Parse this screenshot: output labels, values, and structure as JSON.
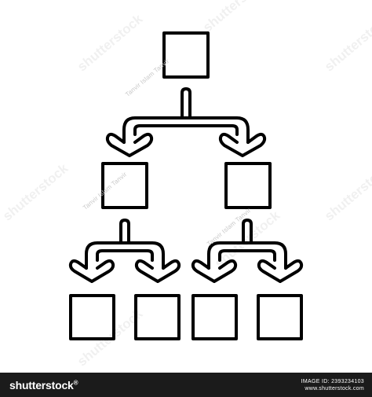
{
  "watermarks": {
    "author": "Tanvir Islam Tanvir",
    "brand_repeat": "shutterstock"
  },
  "footer": {
    "brand": "shutterstock",
    "brand_suffix": "®",
    "image_id_label": "IMAGE ID: 2393234103",
    "site": "www.shutterstock.com"
  },
  "icon": {
    "name": "hierarchy-org-chart-icon",
    "stroke_color": "#000000",
    "background_color": "#ffffff"
  }
}
